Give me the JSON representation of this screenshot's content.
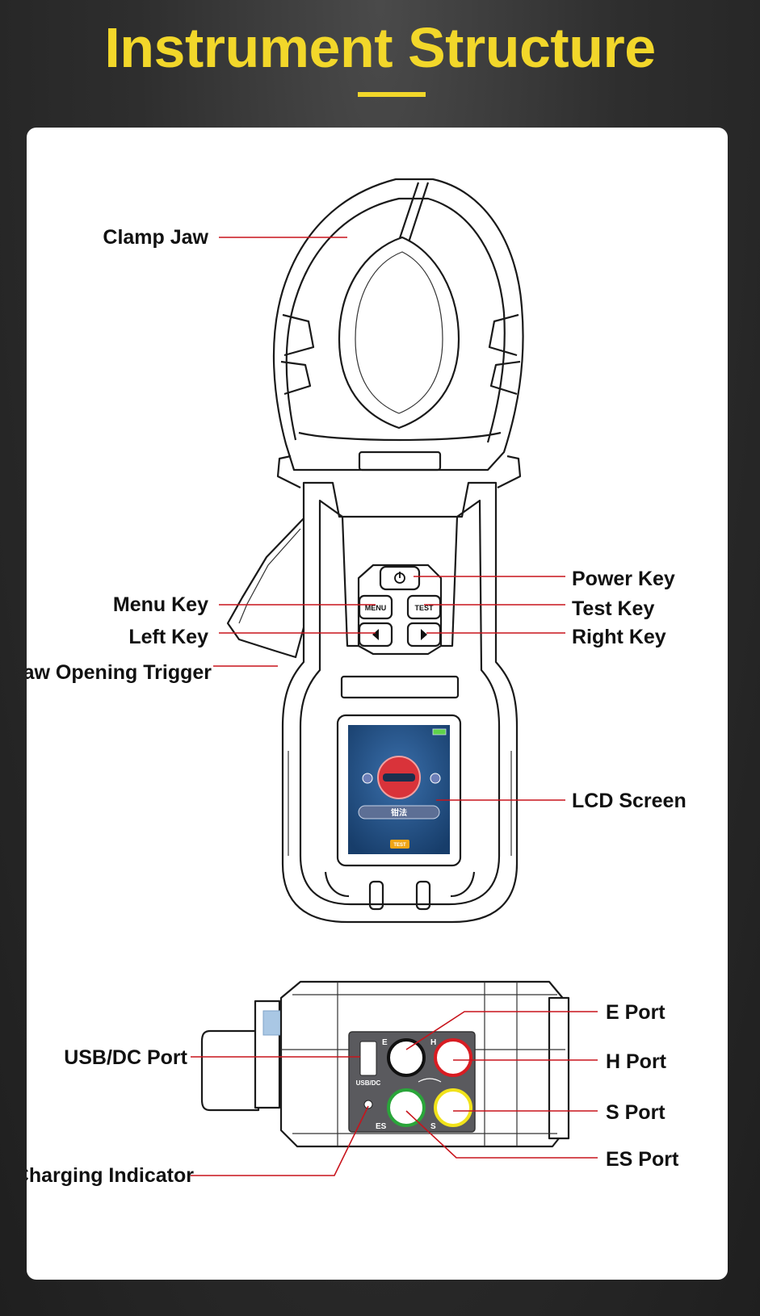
{
  "header": {
    "title": "Instrument Structure",
    "accent_color": "#f2d72a"
  },
  "labels": {
    "clamp_jaw": "Clamp Jaw",
    "power_key": "Power Key",
    "menu_key": "Menu Key",
    "test_key": "Test Key",
    "left_key": "Left Key",
    "right_key": "Right Key",
    "jaw_opening_trigger": "Jaw Opening Trigger",
    "lcd_screen": "LCD Screen",
    "e_port": "E Port",
    "usb_dc_port": "USB/DC Port",
    "h_port": "H Port",
    "s_port": "S Port",
    "es_port": "ES Port",
    "charging_indicator": "Charging Indicator"
  },
  "device_text": {
    "menu_button": "MENU",
    "test_button": "TEST",
    "screen_caption": "钳法",
    "screen_test_badge": "TEST",
    "port_e": "E",
    "port_h": "H",
    "port_s": "S",
    "port_es": "ES",
    "usb_dc": "USB/DC"
  },
  "colors": {
    "leader_line": "#c8141c",
    "port_h_ring": "#d81c22",
    "port_s_ring": "#f1e21a",
    "port_es_ring": "#2aa53a",
    "port_e_ring": "#111111",
    "screen_bg": "#1f4f86"
  }
}
